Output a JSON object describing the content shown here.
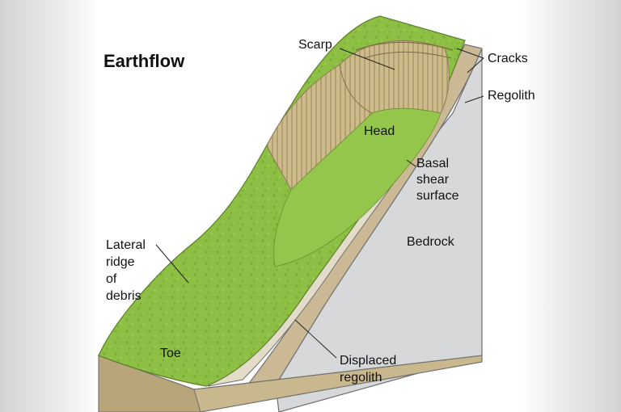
{
  "title": "Earthflow",
  "labels": {
    "scarp": "Scarp",
    "cracks": "Cracks",
    "regolith": "Regolith",
    "head": "Head",
    "basal_1": "Basal",
    "basal_2": "shear",
    "basal_3": "surface",
    "bedrock": "Bedrock",
    "lateral_1": "Lateral",
    "lateral_2": "ridge",
    "lateral_3": "of",
    "lateral_4": "debris",
    "toe": "Toe",
    "displaced_1": "Displaced",
    "displaced_2": "regolith"
  },
  "colors": {
    "grass": "#8cbf43",
    "regolith": "#cbb894",
    "displaced": "#e3dcc9",
    "bedrock": "#d7d8da",
    "scarp": "#cdbb8c"
  }
}
